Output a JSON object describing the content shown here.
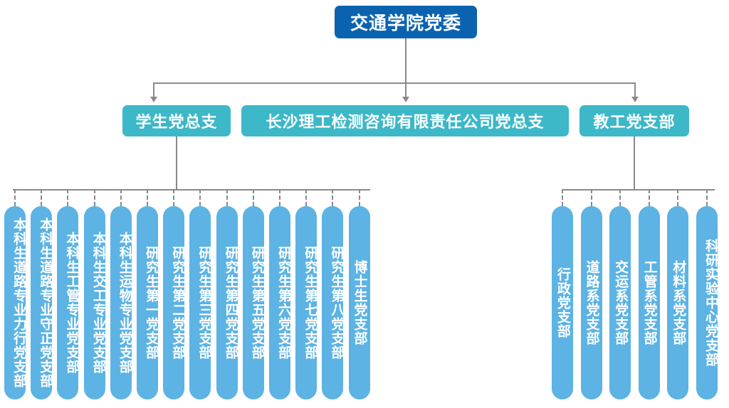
{
  "diagram": {
    "type": "organization-chart",
    "title_node": "交通学院党委",
    "colors": {
      "root": "#0b63b0",
      "level2": "#3cb8c8",
      "leaf": "#5cb3e4",
      "connector": "#8a8a8a",
      "background": "#ffffff",
      "text": "#ffffff"
    },
    "root": {
      "label": "交通学院党委"
    },
    "level2": [
      {
        "label": "学生党总支"
      },
      {
        "label": "长沙理工检测咨询有限责任公司党总支"
      },
      {
        "label": "教工党支部"
      }
    ],
    "student_branches": [
      {
        "label": "本科生道路专业力行党支部"
      },
      {
        "label": "本科生道路专业守正党支部"
      },
      {
        "label": "本科生工管专业党支部"
      },
      {
        "label": "本科生交工专业党支部"
      },
      {
        "label": "本科生运物专业党支部"
      },
      {
        "label": "研究生第一党支部"
      },
      {
        "label": "研究生第二党支部"
      },
      {
        "label": "研究生第三党支部"
      },
      {
        "label": "研究生第四党支部"
      },
      {
        "label": "研究生第五党支部"
      },
      {
        "label": "研究生第六党支部"
      },
      {
        "label": "研究生第七党支部"
      },
      {
        "label": "研究生第八党支部"
      },
      {
        "label": "博士生党支部"
      }
    ],
    "faculty_branches": [
      {
        "label": "行政党支部"
      },
      {
        "label": "道路系党支部"
      },
      {
        "label": "交运系党支部"
      },
      {
        "label": "工管系党支部"
      },
      {
        "label": "材料系党支部"
      },
      {
        "label": "科研实验中心党支部"
      }
    ]
  }
}
